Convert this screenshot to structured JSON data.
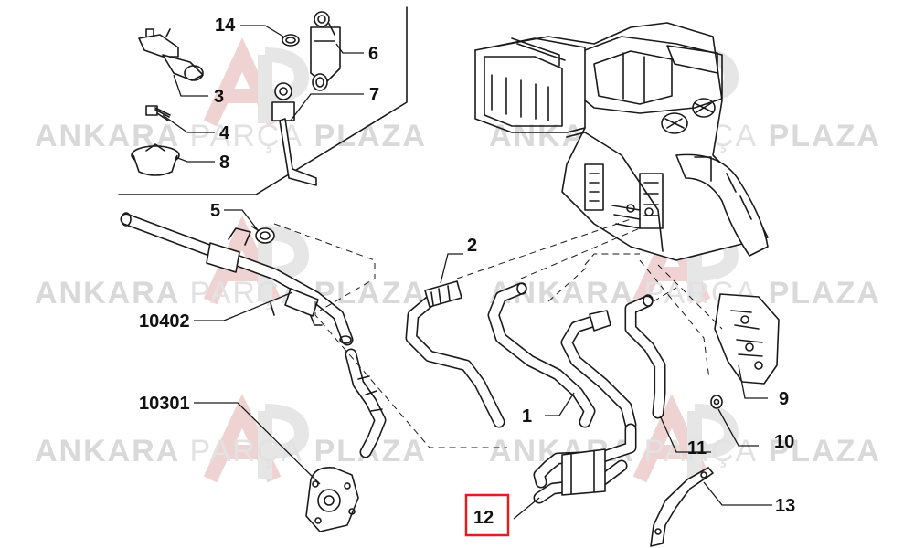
{
  "watermark": {
    "brand_bold_1": "ANKARA",
    "brand_light": "PARÇA",
    "brand_bold_2": "PLAZA"
  },
  "callouts": {
    "p1": "1",
    "p2": "2",
    "p3": "3",
    "p4": "4",
    "p5": "5",
    "p6": "6",
    "p7": "7",
    "p8": "8",
    "p9": "9",
    "p10": "10",
    "p11": "11",
    "p12": "12",
    "p13": "13",
    "p14": "14",
    "p10402": "10402",
    "p10301": "10301"
  },
  "highlight": {
    "part": "12",
    "color": "#e02020"
  },
  "colors": {
    "line": "#1a1a1a",
    "watermark_text": "#d9d9d9",
    "watermark_logo": "#efd2d2"
  }
}
